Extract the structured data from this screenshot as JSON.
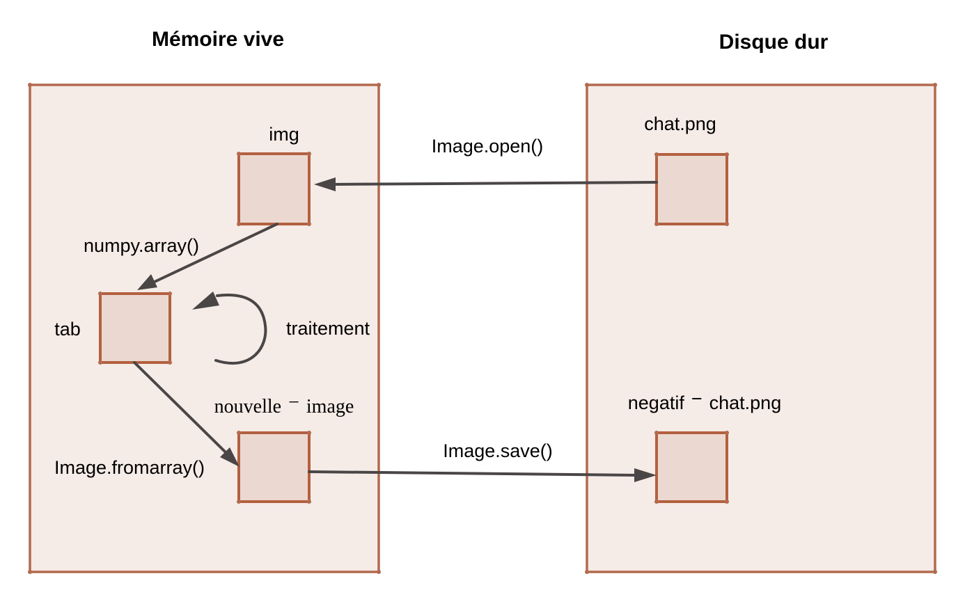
{
  "headings": {
    "memory": "Mémoire vive",
    "disk": "Disque dur"
  },
  "nodes": {
    "img": "img",
    "tab": "tab",
    "new_image_part1": "nouvelle",
    "new_image_dash": "−",
    "new_image_part2": "image",
    "chat_file": "chat.png",
    "negatif_part1": "negatif",
    "negatif_dash": "−",
    "negatif_part2": "chat.png"
  },
  "edges": {
    "open": "Image.open()",
    "numpy": "numpy.array()",
    "process": "traitement",
    "fromarray": "Image.fromarray()",
    "save": "Image.save()"
  },
  "colors": {
    "panel_fill": "#f5ebe7",
    "panel_stroke": "#b36a4e",
    "node_fill": "#ebd9d1",
    "node_stroke": "#b3603f",
    "arrow": "#4a4646"
  }
}
